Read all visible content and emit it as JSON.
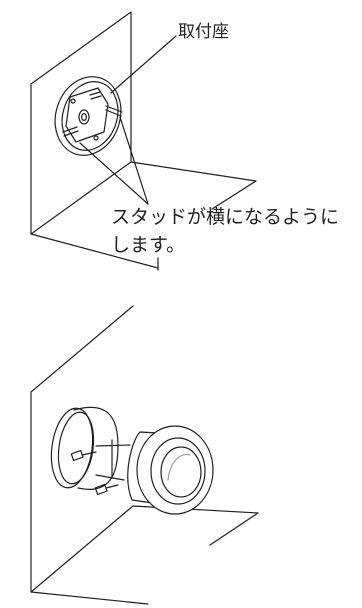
{
  "labels": {
    "mount_seat": "取付座",
    "note_line_1": "スタッドが横になるように",
    "note_line_2": "します。"
  },
  "colors": {
    "line": "#231f20",
    "paper": "#ffffff"
  }
}
